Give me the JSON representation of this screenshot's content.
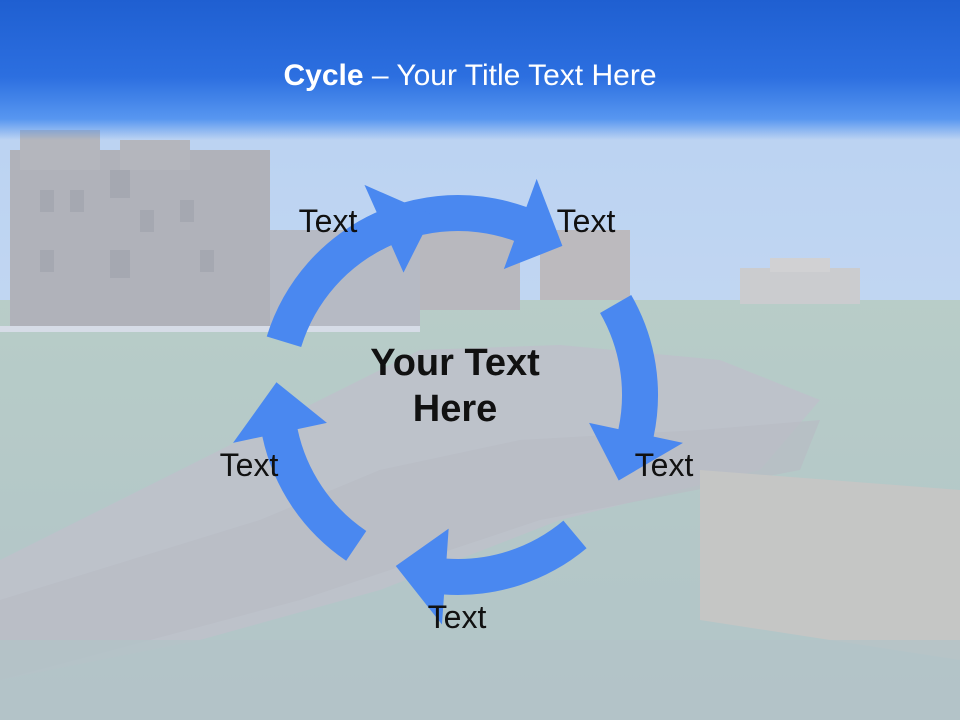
{
  "title": {
    "bold": "Cycle",
    "separator": " – ",
    "rest": "Your Title Text Here"
  },
  "center": {
    "line1": "Your Text",
    "line2": "Here"
  },
  "nodes": [
    {
      "label": "Text"
    },
    {
      "label": "Text"
    },
    {
      "label": "Text"
    },
    {
      "label": "Text"
    },
    {
      "label": "Text"
    }
  ],
  "colors": {
    "header": "#2c6fe0",
    "arrow": "#4a88f0",
    "title_text": "#ffffff",
    "label_text": "#111111"
  }
}
